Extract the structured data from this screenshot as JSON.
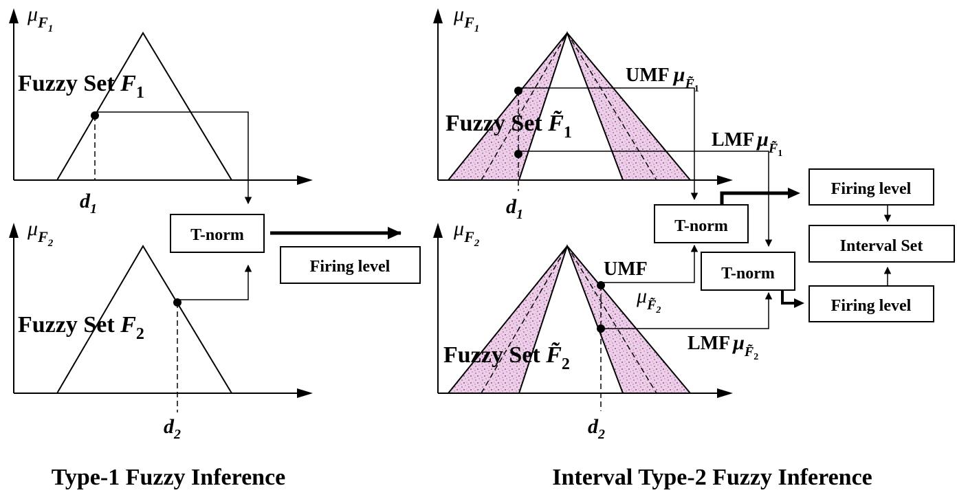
{
  "colors": {
    "fou_fill": "#e7c3e3",
    "fou_speckle": "#a0509a",
    "ink": "#000000"
  },
  "left": {
    "caption": "Type-1 Fuzzy Inference",
    "top": {
      "axis_mu": "μ",
      "axis_sub": "F",
      "axis_subsub": "1",
      "set_text": "Fuzzy Set ",
      "set_var": "F",
      "set_idx": "1",
      "input": "d",
      "input_idx": "1"
    },
    "bottom": {
      "axis_mu": "μ",
      "axis_sub": "F",
      "axis_subsub": "2",
      "set_text": "Fuzzy Set ",
      "set_var": "F",
      "set_idx": "2",
      "input": "d",
      "input_idx": "2"
    },
    "tnorm": "T-norm",
    "firing": "Firing level"
  },
  "right": {
    "caption": "Interval Type-2 Fuzzy Inference",
    "top": {
      "axis_mu": "μ",
      "axis_sub": "F",
      "axis_subsub": "1",
      "set_text": "Fuzzy Set ",
      "set_var": "F̃",
      "set_idx": "1",
      "input": "d",
      "input_idx": "1",
      "umf": "UMF",
      "lmf": "LMF",
      "umf_mu": "μ",
      "umf_sub": "F̃",
      "umf_idx": "1",
      "lmf_mu": "μ",
      "lmf_sub": "F̃",
      "lmf_idx": "1"
    },
    "bottom": {
      "axis_mu": "μ",
      "axis_sub": "F",
      "axis_subsub": "2",
      "set_text": "Fuzzy Set ",
      "set_var": "F̃",
      "set_idx": "2",
      "input": "d",
      "input_idx": "2",
      "umf": "UMF",
      "lmf": "LMF",
      "umf_mu": "μ",
      "umf_sub": "F̃",
      "umf_idx": "2",
      "lmf_mu": "μ",
      "lmf_sub": "F̃",
      "lmf_idx": "2"
    },
    "tnorm_upper": "T-norm",
    "tnorm_lower": "T-norm",
    "firing_upper": "Firing level",
    "interval_set": "Interval Set",
    "firing_lower": "Firing level"
  }
}
